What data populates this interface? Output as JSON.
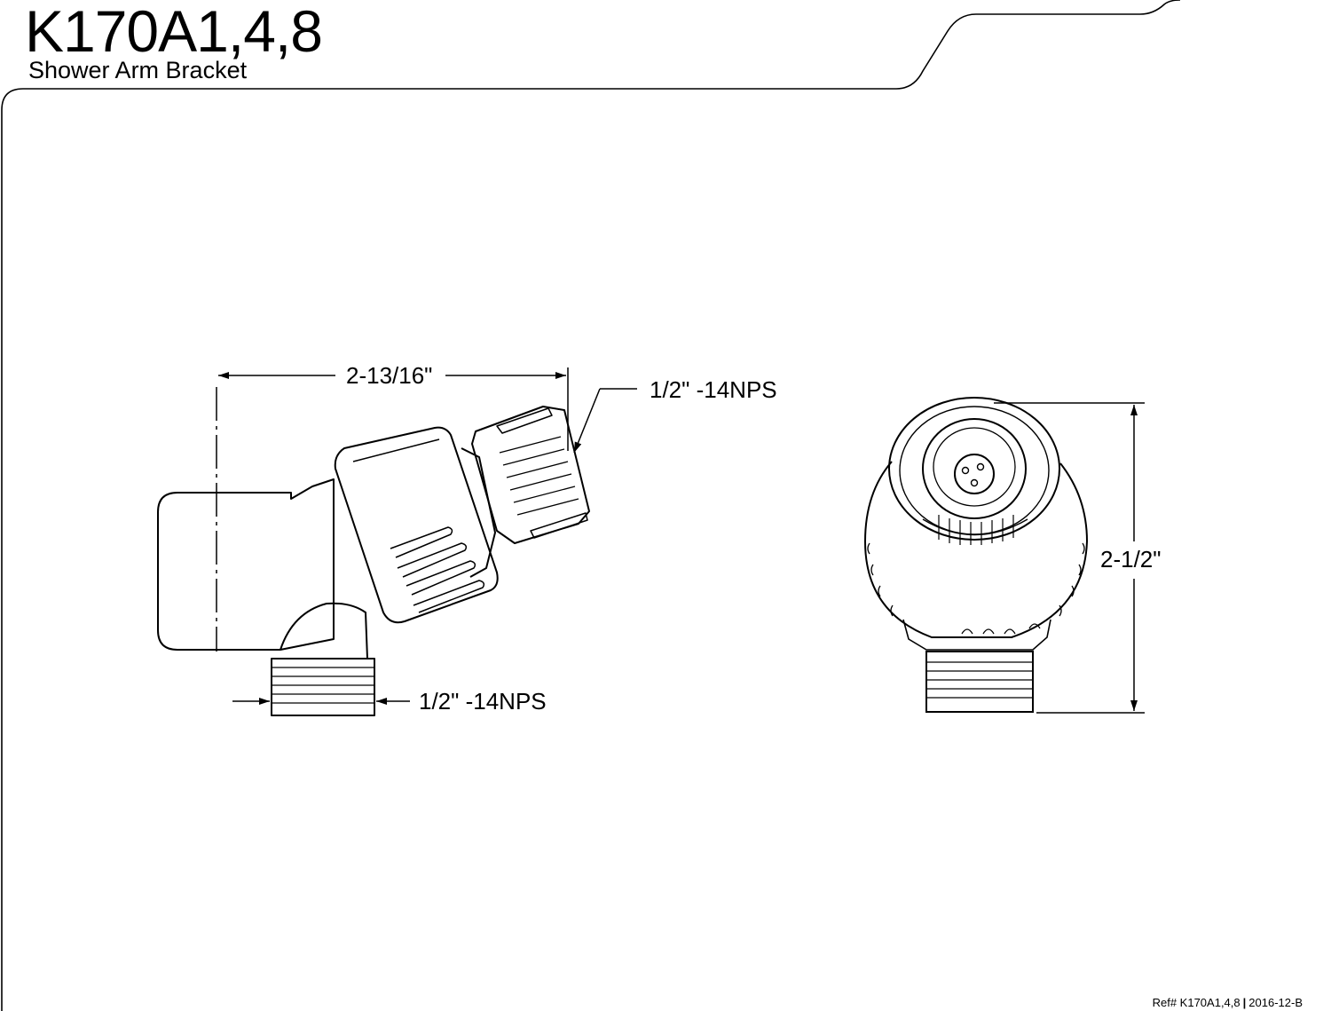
{
  "header": {
    "model": "K170A1,4,8",
    "name": "Shower Arm Bracket"
  },
  "dimensions": {
    "width": "2-13/16\"",
    "top_thread": "1/2\" -14NPS",
    "bottom_thread": "1/2\" -14NPS",
    "height": "2-1/2\""
  },
  "footer": {
    "ref": "Ref# K170A1,4,8",
    "revision": "2016-12-B"
  }
}
